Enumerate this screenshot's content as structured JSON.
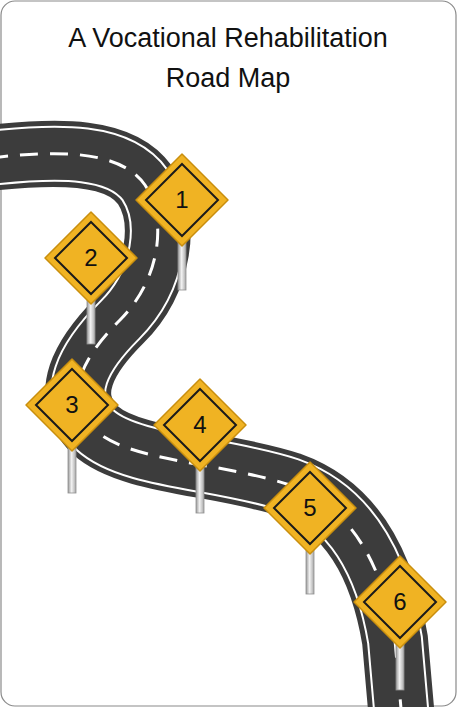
{
  "diagram": {
    "title": "A Vocational Rehabilitation Road Map",
    "nodes": [
      {
        "text": [
          "1"
        ]
      },
      {
        "text": [
          "2"
        ]
      },
      {
        "text": [
          "3"
        ]
      },
      {
        "text": [
          "4"
        ]
      },
      {
        "text": [
          "5"
        ]
      },
      {
        "text": [
          "6"
        ]
      }
    ]
  }
}
